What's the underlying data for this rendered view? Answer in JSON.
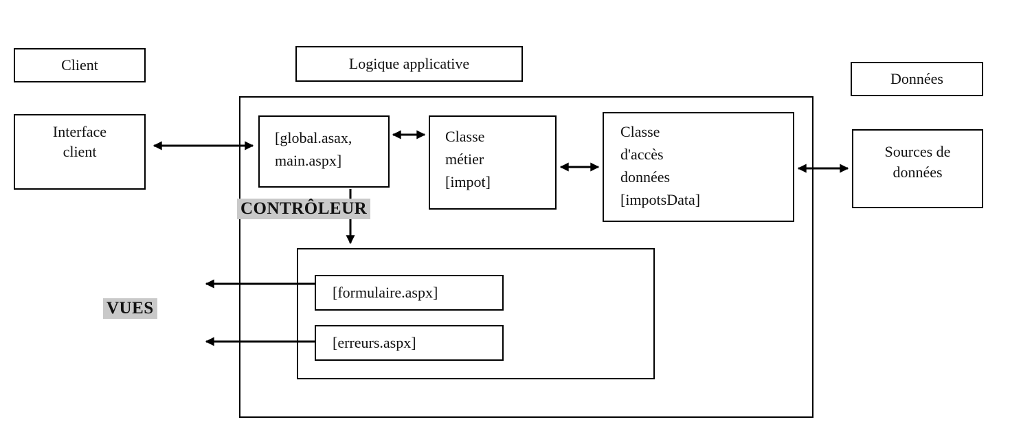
{
  "diagram": {
    "headers": {
      "client": "Client",
      "logique_applicative": "Logique applicative",
      "donnees": "Données"
    },
    "boxes": {
      "interface_client": {
        "lines": [
          "Interface",
          "client"
        ]
      },
      "global_asax": {
        "lines": [
          "[global.asax,",
          "main.aspx]"
        ]
      },
      "classe_metier": {
        "lines": [
          "Classe",
          "métier",
          "[impot]"
        ]
      },
      "classe_acces_donnees": {
        "lines": [
          "Classe",
          "d'accès",
          "données",
          "[impotsData]"
        ]
      },
      "sources_donnees": {
        "lines": [
          "Sources de",
          "données"
        ]
      },
      "formulaire": {
        "label": "[formulaire.aspx]"
      },
      "erreurs": {
        "label": "[erreurs.aspx]"
      }
    },
    "labels": {
      "controleur": "CONTRÔLEUR",
      "vues": "VUES"
    },
    "colors": {
      "highlight_gray": "#c9c9c9",
      "line_black": "#000000",
      "background_white": "#ffffff"
    }
  }
}
